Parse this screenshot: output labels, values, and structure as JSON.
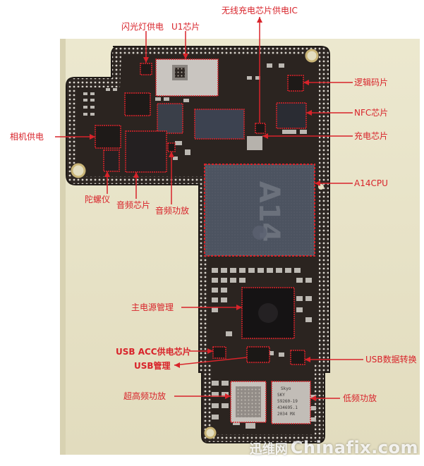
{
  "labels": {
    "flash_power": "闪光灯供电",
    "u1_chip": "U1芯片",
    "wireless_charge_ic": "无线充电芯片供电IC",
    "logic_board_chip": "逻辑码片",
    "nfc_chip": "NFC芯片",
    "charge_chip": "充电芯片",
    "camera_power": "相机供电",
    "a14_cpu": "A14CPU",
    "gyroscope": "陀螺仪",
    "audio_chip": "音频芯片",
    "audio_amp": "音频功放",
    "main_pmu": "主电源管理",
    "usb_acc_power": "USB ACC供电芯片",
    "usb_manage": "USB管理",
    "usb_data_convert": "USB数据转换",
    "uhf_amp": "超高频功放",
    "lf_amp": "低频功放"
  },
  "chip_marks": {
    "a14_text": "A14",
    "skyworks_lines": [
      "Skyo",
      "SKY",
      "59260-19",
      "434695.1",
      "2034  MX"
    ]
  },
  "watermark": {
    "cn": "迅维网",
    "en": "Chinafix.com"
  },
  "colors": {
    "annotation": "#d8232a",
    "board": "#2b2420",
    "background_paper": "#e7e2c6"
  }
}
